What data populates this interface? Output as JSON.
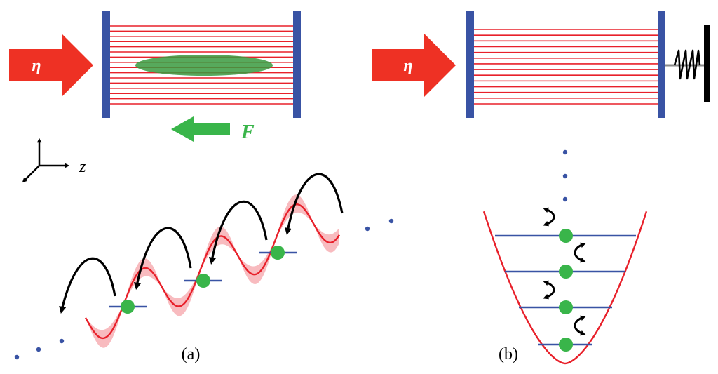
{
  "colors": {
    "pump_arrow": "#ee3124",
    "mirror": "#3953a4",
    "lattice_line": "#e8202a",
    "atom": "#39b54a",
    "atom_cloud": "#3a9a3f",
    "force_arrow": "#39b54a",
    "level_line": "#3953a4",
    "potential": "#e8202a",
    "potential_band": "#f7b4b8",
    "hop_arrow": "#000000",
    "dots": "#3953a4",
    "spring": "#000000",
    "wall": "#000000"
  },
  "panel_a": {
    "pump_label": "η",
    "force_label": "F",
    "axis_label": "z",
    "caption": "(a)"
  },
  "panel_b": {
    "pump_label": "η",
    "caption": "(b)"
  }
}
